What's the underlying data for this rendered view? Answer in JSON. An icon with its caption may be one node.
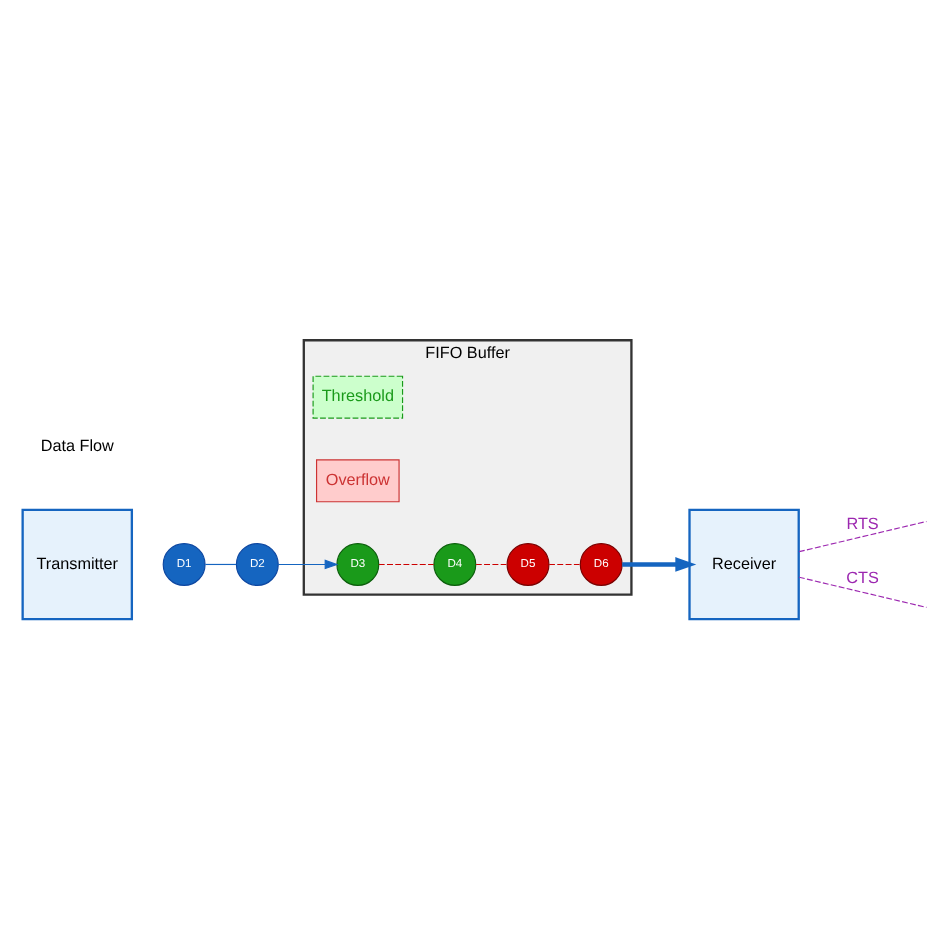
{
  "diagram": {
    "nodes": [
      {
        "text": [
          "Transmitter"
        ]
      },
      {
        "text": [
          "FIFO Buffer"
        ]
      },
      {
        "text": [
          "Threshold"
        ],
        "in": 1
      },
      {
        "text": [
          "Overflow"
        ],
        "in": 1
      },
      {
        "text": [
          "D1"
        ]
      },
      {
        "text": [
          "D2"
        ]
      },
      {
        "text": [
          "D3"
        ],
        "in": 1
      },
      {
        "text": [
          "D4"
        ],
        "in": 1
      },
      {
        "text": [
          "D5"
        ],
        "in": 1
      },
      {
        "text": [
          "D6"
        ],
        "in": 1
      },
      {
        "text": [
          "Receiver"
        ]
      }
    ],
    "edges": [
      {
        "from": 4,
        "to": 5,
        "arrow": "none",
        "color": "#1565c0"
      },
      {
        "from": 5,
        "to": 6,
        "arrow": "to",
        "color": "#1565c0"
      },
      {
        "from": 6,
        "to": 7,
        "arrow": "none",
        "style": "dashed",
        "color": "#cc0000"
      },
      {
        "from": 7,
        "to": 8,
        "arrow": "none",
        "style": "dashed",
        "color": "#cc0000"
      },
      {
        "from": 8,
        "to": 9,
        "arrow": "none",
        "style": "dashed",
        "color": "#cc0000"
      },
      {
        "from": 9,
        "to": 10,
        "arrow": "to",
        "style": "thick",
        "color": "#1565c0"
      },
      {
        "from": 10,
        "to": null,
        "arrow": "none",
        "style": "dashed",
        "color": "#9c27b0",
        "label": "RTS"
      },
      {
        "from": 10,
        "to": null,
        "arrow": "none",
        "style": "dashed",
        "color": "#9c27b0",
        "label": "CTS"
      }
    ],
    "labels": [
      "Data Flow"
    ]
  }
}
